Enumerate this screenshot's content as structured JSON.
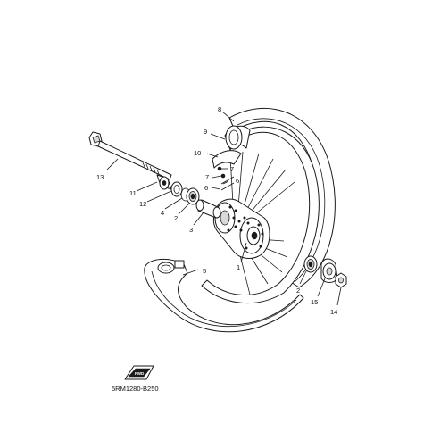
{
  "diagram": {
    "callouts": [
      {
        "id": "c8",
        "text": "8"
      },
      {
        "id": "c9",
        "text": "9"
      },
      {
        "id": "c10",
        "text": "10"
      },
      {
        "id": "c7a",
        "text": "7"
      },
      {
        "id": "c7b",
        "text": "7"
      },
      {
        "id": "c6a",
        "text": "6"
      },
      {
        "id": "c6b",
        "text": "6"
      },
      {
        "id": "c13",
        "text": "13"
      },
      {
        "id": "c11",
        "text": "11"
      },
      {
        "id": "c12",
        "text": "12"
      },
      {
        "id": "c4",
        "text": "4"
      },
      {
        "id": "c2a",
        "text": "2"
      },
      {
        "id": "c3",
        "text": "3"
      },
      {
        "id": "c1",
        "text": "1"
      },
      {
        "id": "c5",
        "text": "5"
      },
      {
        "id": "c2b",
        "text": "2"
      },
      {
        "id": "c15",
        "text": "15"
      },
      {
        "id": "c14",
        "text": "14"
      }
    ],
    "forward_badge": "FWD",
    "drawing_code": "5RM1280-B250"
  }
}
